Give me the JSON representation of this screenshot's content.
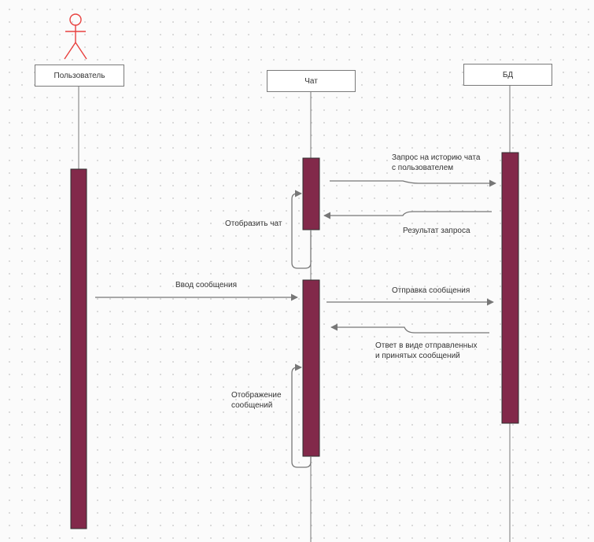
{
  "colors": {
    "actor": "#e8413f",
    "activation_fill": "#82294a",
    "activation_stroke": "#2e2e2e",
    "line": "#777777",
    "box_border": "#7a7a7a"
  },
  "participants": {
    "user": "Пользователь",
    "chat": "Чат",
    "db": "БД"
  },
  "messages": {
    "request_history": "Запрос на историю чата\nс пользователем",
    "request_result": "Результат запроса",
    "show_chat": "Отобразить чат",
    "message_input": "Ввод сообщения",
    "send_message": "Отправка сообщения",
    "response_messages": "Ответ в виде отправленных\nи принятых сообщений",
    "display_messages": "Отображение\nсообщений"
  }
}
